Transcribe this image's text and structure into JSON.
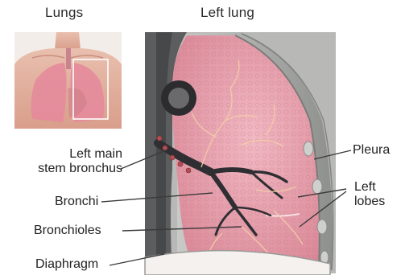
{
  "titles": {
    "lungs": "Lungs",
    "left_lung": "Left lung"
  },
  "labels": {
    "left_main_stem_bronchus_line1": "Left main",
    "left_main_stem_bronchus_line2": "stem bronchus",
    "bronchi": "Bronchi",
    "bronchioles": "Bronchioles",
    "diaphragm": "Diaphragm",
    "pleura": "Pleura",
    "left_lobes_line1": "Left",
    "left_lobes_line2": "lobes"
  },
  "colors": {
    "lung_tissue": "#e8a0ad",
    "lung_tissue_light": "#f2c3cb",
    "bronchi": "#2f2f33",
    "pleura_gray": "#a9aaa8",
    "skin": "#e6b3a1",
    "leader_line": "#3a3a3a"
  }
}
